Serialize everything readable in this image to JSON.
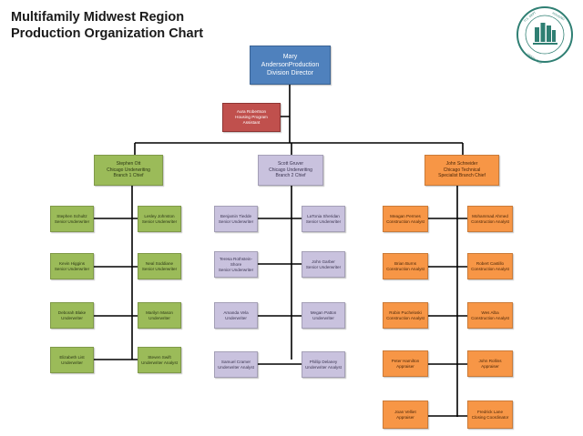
{
  "title": {
    "line1": "Multifamily Midwest Region",
    "line2": "Production Organization Chart"
  },
  "logo": {
    "name": "hud-seal",
    "text": "U.S. DEPARTMENT OF HOUSING AND URBAN DEVELOPMENT"
  },
  "colors": {
    "director": "#4f81bd",
    "assistant": "#c0504d",
    "branch1": "#9bbb59",
    "branch2": "#c9c2de",
    "technical": "#f79646",
    "lines": "#000000"
  },
  "director": {
    "line1": "Mary",
    "line2": "AndersonProduction",
    "line3": "Division Director"
  },
  "assistant": {
    "line1": "Aura Robertson",
    "line2": "Housing Program",
    "line3": "Assistant"
  },
  "chiefs": [
    {
      "line1": "Stephen Ott",
      "line2": "Chicago Underwriting",
      "line3": "Branch 1 Chief"
    },
    {
      "line1": "Scott Gruver",
      "line2": "Chicago Underwriting",
      "line3": "Branch 2 Chief"
    },
    {
      "line1": "John Schneider",
      "line2": "Chicago Technical",
      "line3": "Specialist Branch Chief"
    }
  ],
  "staff": {
    "branch1": [
      {
        "name": "Stephen Schultz",
        "role": "Senior Underwriter"
      },
      {
        "name": "Lesley Johnston",
        "role": "Senior Underwriter"
      },
      {
        "name": "Kevin Higgins",
        "role": "Senior Underwriter"
      },
      {
        "name": "Neal Soddiane",
        "role": "Senior Underwriter"
      },
      {
        "name": "Deborah Blake Underwriter",
        "role": ""
      },
      {
        "name": "Marilyn Mason",
        "role": "Underwriter"
      },
      {
        "name": "Elizabeth List",
        "role": "Underwriter"
      },
      {
        "name": "Steven Swift",
        "role": "Underwriter Analyst"
      }
    ],
    "branch2": [
      {
        "name": "Benjamin Tiedde",
        "role": "Senior Underwriter"
      },
      {
        "name": "LaTonia Sheridan",
        "role": "Senior Underwriter"
      },
      {
        "name": "Teresa Rothstein-Shore",
        "role": "Senior Underwriter"
      },
      {
        "name": "John Garber",
        "role": "Senior Underwriter"
      },
      {
        "name": "Amanda Vela",
        "role": "Underwriter"
      },
      {
        "name": "Megan Patton",
        "role": "Underwriter"
      },
      {
        "name": "Samuel Cramer",
        "role": "Underwriter Analyst"
      },
      {
        "name": "Phillip Delaney",
        "role": "Underwriter Analyst"
      }
    ],
    "technical": [
      {
        "name": "Meagan Permes",
        "role": "Construction Analyst"
      },
      {
        "name": "Mohammad Ahmed",
        "role": "Construction Analyst"
      },
      {
        "name": "Brian Burns",
        "role": "Construction Analyst"
      },
      {
        "name": "Robert Castillo",
        "role": "Construction Analyst"
      },
      {
        "name": "Robin Pucheloski",
        "role": "Construction Analyst"
      },
      {
        "name": "Wes Alba",
        "role": "Construction Analyst"
      },
      {
        "name": "Peter Hamilton",
        "role": "Appraiser"
      },
      {
        "name": "John Rollins",
        "role": "Appraiser"
      },
      {
        "name": "Joan Velliet",
        "role": "Appraiser"
      },
      {
        "name": "Fredrick Lane",
        "role": "Closing Coordinator"
      }
    ]
  }
}
